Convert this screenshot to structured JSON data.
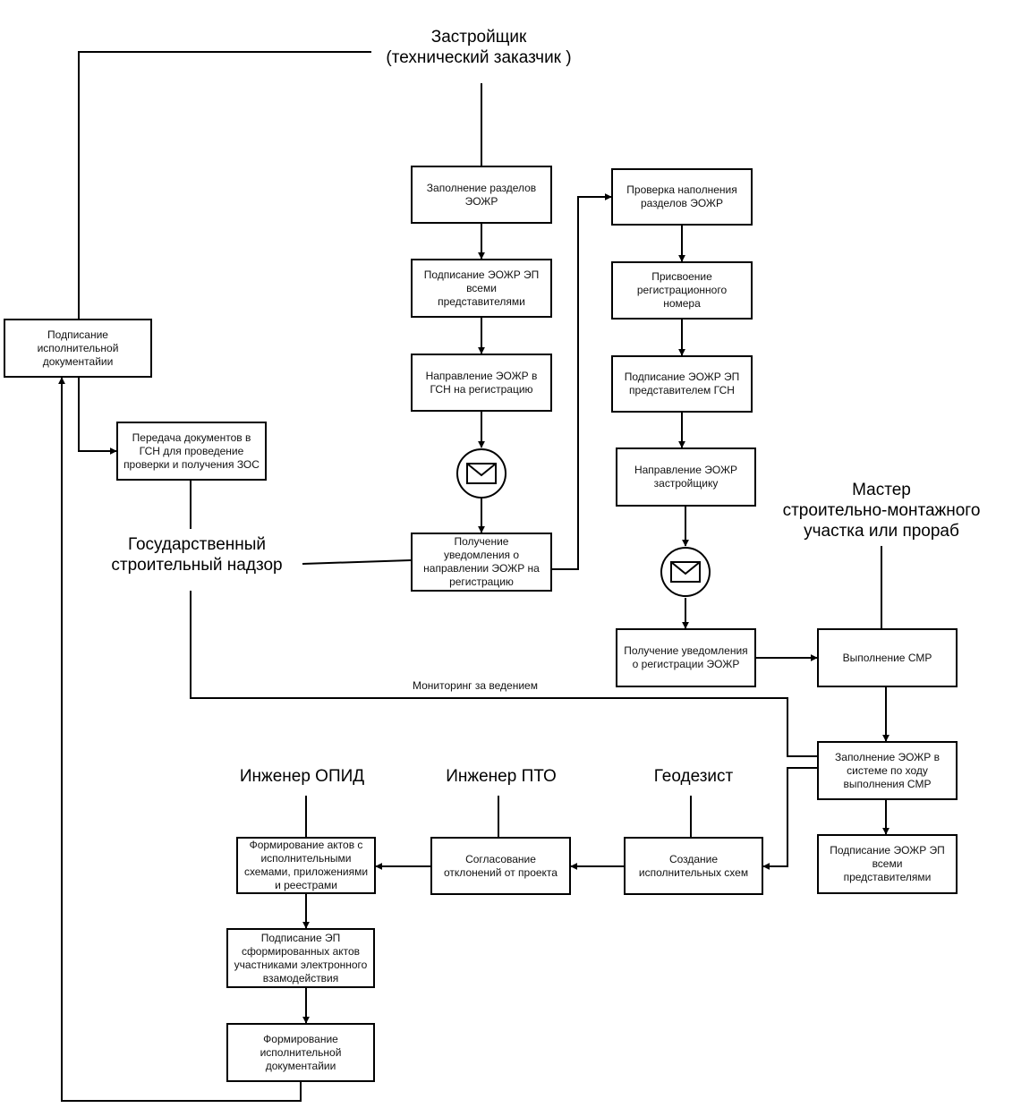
{
  "actors": {
    "developer": "Застройщик\n(технический заказчик )",
    "supervision": "Государственный\nстроительный надзор",
    "master": "Мастер\nстроительно-монтажного\nучастка или прораб",
    "opid_engineer": "Инженер ОПИД",
    "pto_engineer": "Инженер ПТО",
    "surveyor": "Геодезист"
  },
  "boxes": {
    "fill_sections": "Заполнение разделов\nЭОЖР",
    "sign_all": "Подписание ЭОЖР ЭП\nвсеми\nпредставителями",
    "send_gsn": "Направление ЭОЖР в\nГСН на регистрацию",
    "receive_notice_send": "Получение\nуведомления о\nнаправлении ЭОЖР на\nрегистрацию",
    "check_sections": "Проверка наполнения\nразделов ЭОЖР",
    "assign_number": "Присвоение\nрегистрационного\nномера",
    "sign_gsn": "Подписание ЭОЖР ЭП\nпредставителем ГСН",
    "send_developer": "Направление ЭОЖР\nзастройщику",
    "receive_notice_reg": "Получение уведомления\nо регистрации ЭОЖР",
    "perform_works": "Выполнение СМР",
    "fill_during_works": "Заполнение ЭОЖР в\nсистеме по ходу\nвыполнения СМР",
    "sign_all_2": "Подписание ЭОЖР ЭП\nвсеми\nпредставителями",
    "create_schemes": "Создание\nисполнительных схем",
    "agree_deviations": "Согласование\nотклонений от проекта",
    "form_acts": "Формирование актов с\nисполнительными\nсхемами, приложениями\nи реестрами",
    "sign_acts": "Подписание ЭП\nсформированных актов\nучастниками электронного\nвзамодействия",
    "form_docs": "Формирование\nисполнительной\nдокументайии",
    "sign_exec_docs": "Подписание\nисполнительной\nдокументайии",
    "transfer_docs": "Передача документов  в\nГСН для проведение\nпроверки и получения ЗОС"
  },
  "notes": {
    "monitoring": "Мониторинг за ведением"
  },
  "icons": {
    "message": "envelope-icon"
  },
  "colors": {
    "line": "#000000",
    "box_fill": "#ffffff"
  }
}
